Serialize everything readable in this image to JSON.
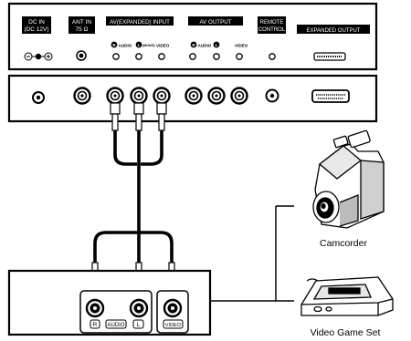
{
  "legend": {
    "dc_in": [
      "DC IN",
      "(DC 12V)"
    ],
    "ant_in": [
      "ANT IN",
      "75 Ω"
    ],
    "av_input": "AV(EXPANDED) INPUT",
    "av_input_sub": {
      "r": "R",
      "audio": "AUDIO",
      "l": "L",
      "mono": "(MONO)",
      "video": "VIDEO"
    },
    "av_output": "AV OUTPUT",
    "av_output_sub": {
      "r": "R",
      "audio": "AUDIO",
      "l": "L",
      "video": "VIDEO"
    },
    "remote": [
      "REMOTE",
      "CONTROL"
    ],
    "expanded_output": "EXPANDED OUTPUT"
  },
  "source_device": {
    "r": "R",
    "audio": "AUDIO",
    "l": "L",
    "video": "VIDEO"
  },
  "devices": {
    "camcorder": "Camcorder",
    "game": "Video Game Set"
  },
  "icons": [
    "dc-polarity-icon",
    "camcorder-icon",
    "video-game-set-icon",
    "rca-plug-icon",
    "expanded-output-connector-icon"
  ],
  "colors": {
    "ink": "#000000",
    "paper": "#ffffff"
  }
}
